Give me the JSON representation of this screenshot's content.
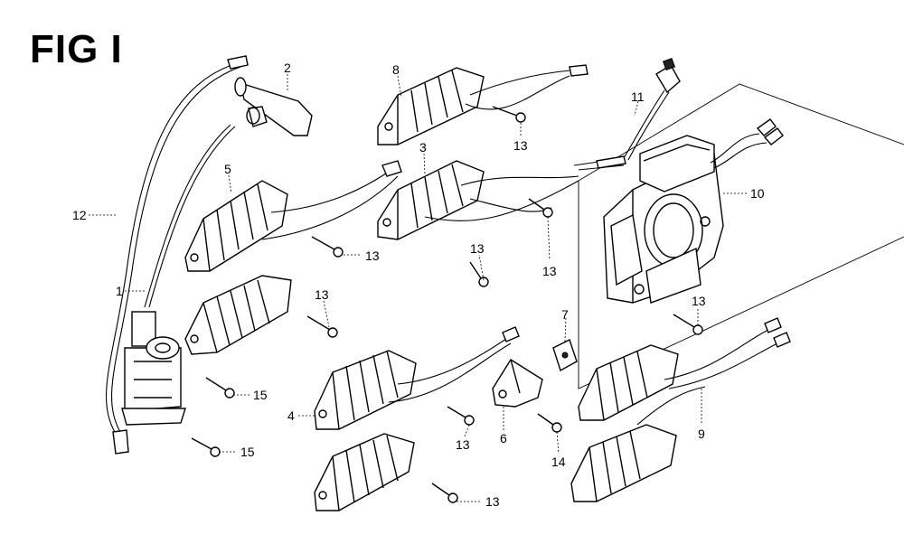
{
  "figure": {
    "title": "FIG I"
  },
  "callouts": [
    {
      "id": "c-2-top",
      "label": "2"
    },
    {
      "id": "c-8",
      "label": "8"
    },
    {
      "id": "c-13-a",
      "label": "13"
    },
    {
      "id": "c-11",
      "label": "11"
    },
    {
      "id": "c-3",
      "label": "3"
    },
    {
      "id": "c-5",
      "label": "5"
    },
    {
      "id": "c-10",
      "label": "10"
    },
    {
      "id": "c-12",
      "label": "12"
    },
    {
      "id": "c-13-b",
      "label": "13"
    },
    {
      "id": "c-13-c",
      "label": "13"
    },
    {
      "id": "c-13-d",
      "label": "13"
    },
    {
      "id": "c-1",
      "label": "1"
    },
    {
      "id": "c-13-e",
      "label": "13"
    },
    {
      "id": "c-13-f",
      "label": "13"
    },
    {
      "id": "c-7",
      "label": "7"
    },
    {
      "id": "c-15-a",
      "label": "15"
    },
    {
      "id": "c-4",
      "label": "4"
    },
    {
      "id": "c-13-g",
      "label": "13"
    },
    {
      "id": "c-6",
      "label": "6"
    },
    {
      "id": "c-9",
      "label": "9"
    },
    {
      "id": "c-15-b",
      "label": "15"
    },
    {
      "id": "c-14",
      "label": "14"
    },
    {
      "id": "c-13-h",
      "label": "13"
    }
  ]
}
